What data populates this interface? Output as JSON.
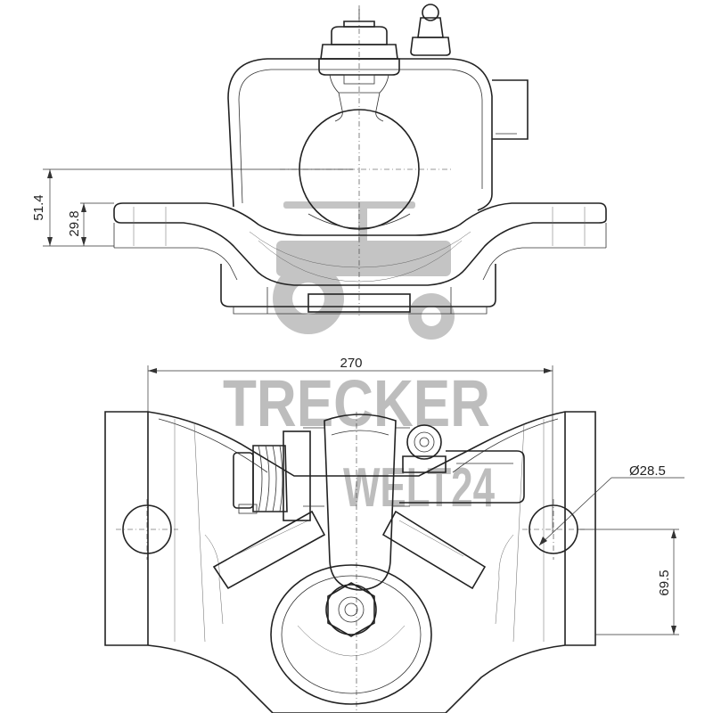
{
  "watermark": {
    "line1": "TRECKER",
    "line2": "WELT24",
    "color": "#bdbdbd",
    "icon": "tractor-icon"
  },
  "dimensions": {
    "height_total": "51.4",
    "height_flange": "29.8",
    "width": "270",
    "hole_diameter": "Ø28.5",
    "hole_offset": "69.5"
  }
}
